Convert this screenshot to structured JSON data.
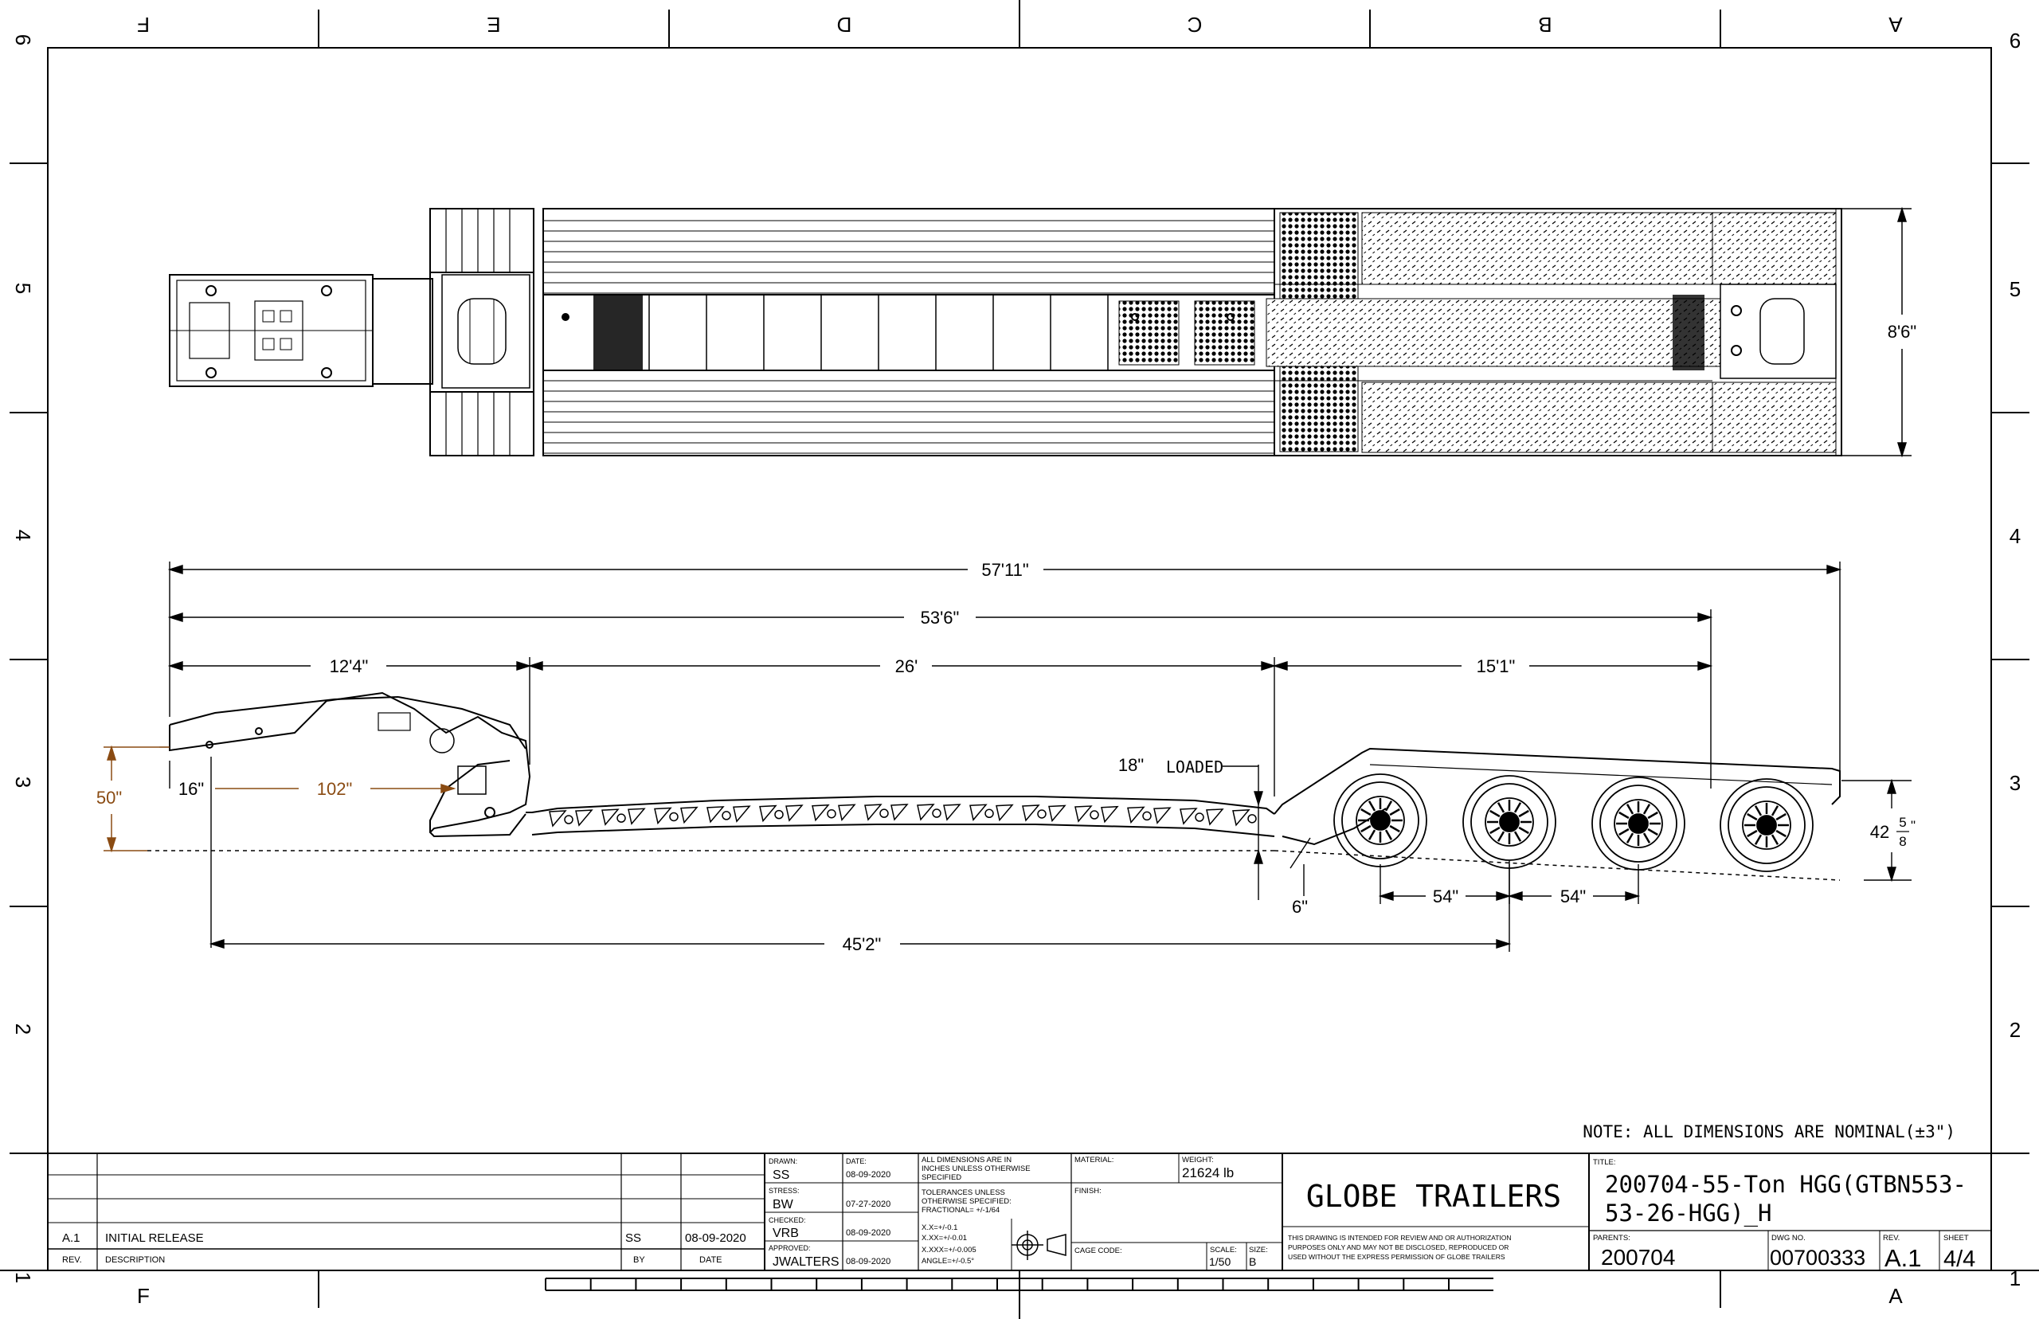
{
  "zones": {
    "columns": [
      "F",
      "E",
      "D",
      "C",
      "B",
      "A"
    ],
    "rows": [
      "6",
      "5",
      "4",
      "3",
      "2",
      "1"
    ]
  },
  "dimensions": {
    "width_top": "8'6\"",
    "overall_length": "57'11\"",
    "length_53": "53'6\"",
    "gooseneck": "12'4\"",
    "deck": "26'",
    "rear": "15'1\"",
    "height_front": "50\"",
    "kingpin_offset": "16\"",
    "swing_radius": "102\"",
    "loaded_label": "18\"",
    "loaded_word": "LOADED",
    "deck_gap": "6\"",
    "axle_spread_1": "54\"",
    "axle_spread_2": "54\"",
    "lower_length": "45'2\"",
    "rear_height_whole": "42",
    "rear_height_num": "5",
    "rear_height_den": "8",
    "rear_height_unit": "\""
  },
  "note": "NOTE: ALL DIMENSIONS ARE NOMINAL(±3\")",
  "title_block": {
    "revision_row": {
      "rev": "A.1",
      "description": "INITIAL RELEASE",
      "by": "SS",
      "date": "08-09-2020"
    },
    "headers": {
      "rev": "REV.",
      "description": "DESCRIPTION",
      "by": "BY",
      "date": "DATE"
    },
    "drawn_label": "DRAWN:",
    "drawn": "SS",
    "date_label": "DATE:",
    "drawn_date": "08-09-2020",
    "stress_label": "STRESS:",
    "stress": "BW",
    "stress_date": "07-27-2020",
    "checked_label": "CHECKED:",
    "checked": "VRB",
    "checked_date": "08-09-2020",
    "approved_label": "APPROVED:",
    "approved": "JWALTERS",
    "approved_date": "08-09-2020",
    "dims_note_1": "ALL DIMENSIONS ARE IN",
    "dims_note_2": "INCHES UNLESS OTHERWISE",
    "dims_note_3": "SPECIFIED",
    "tol_1": "TOLERANCES UNLESS",
    "tol_2": "OTHERWISE SPECIFIED:",
    "tol_3": "FRACTIONAL= +/-1/64",
    "tol_4": "X.X=+/-0.1",
    "tol_5": "X.XX=+/-0.01",
    "tol_6": "X.XXX=+/-0.005",
    "tol_7": "ANGLE=+/-0.5°",
    "material_label": "MATERIAL:",
    "weight_label": "WEIGHT:",
    "weight": "21624 lb",
    "finish_label": "FINISH:",
    "cage_label": "CAGE CODE:",
    "scale_label": "SCALE:",
    "scale": "1/50",
    "size_label": "SIZE:",
    "size": "B",
    "company": "GLOBE TRAILERS",
    "disclaimer_1": "THIS DRAWING IS INTENDED FOR REVIEW AND OR AUTHORIZATION",
    "disclaimer_2": "PURPOSES ONLY AND MAY NOT BE DISCLOSED, REPRODUCED OR",
    "disclaimer_3": "USED WITHOUT THE EXPRESS PERMISSION OF GLOBE TRAILERS",
    "title_label": "TITLE:",
    "title_1": "200704-55-Ton HGG(GTBN553-",
    "title_2": "53-26-HGG)_H",
    "parents_label": "PARENTS:",
    "parents": "200704",
    "dwg_label": "DWG NO.",
    "dwg_no": "00700333",
    "rev_label": "REV.",
    "rev": "A.1",
    "sheet_label": "SHEET",
    "sheet": "4/4"
  }
}
